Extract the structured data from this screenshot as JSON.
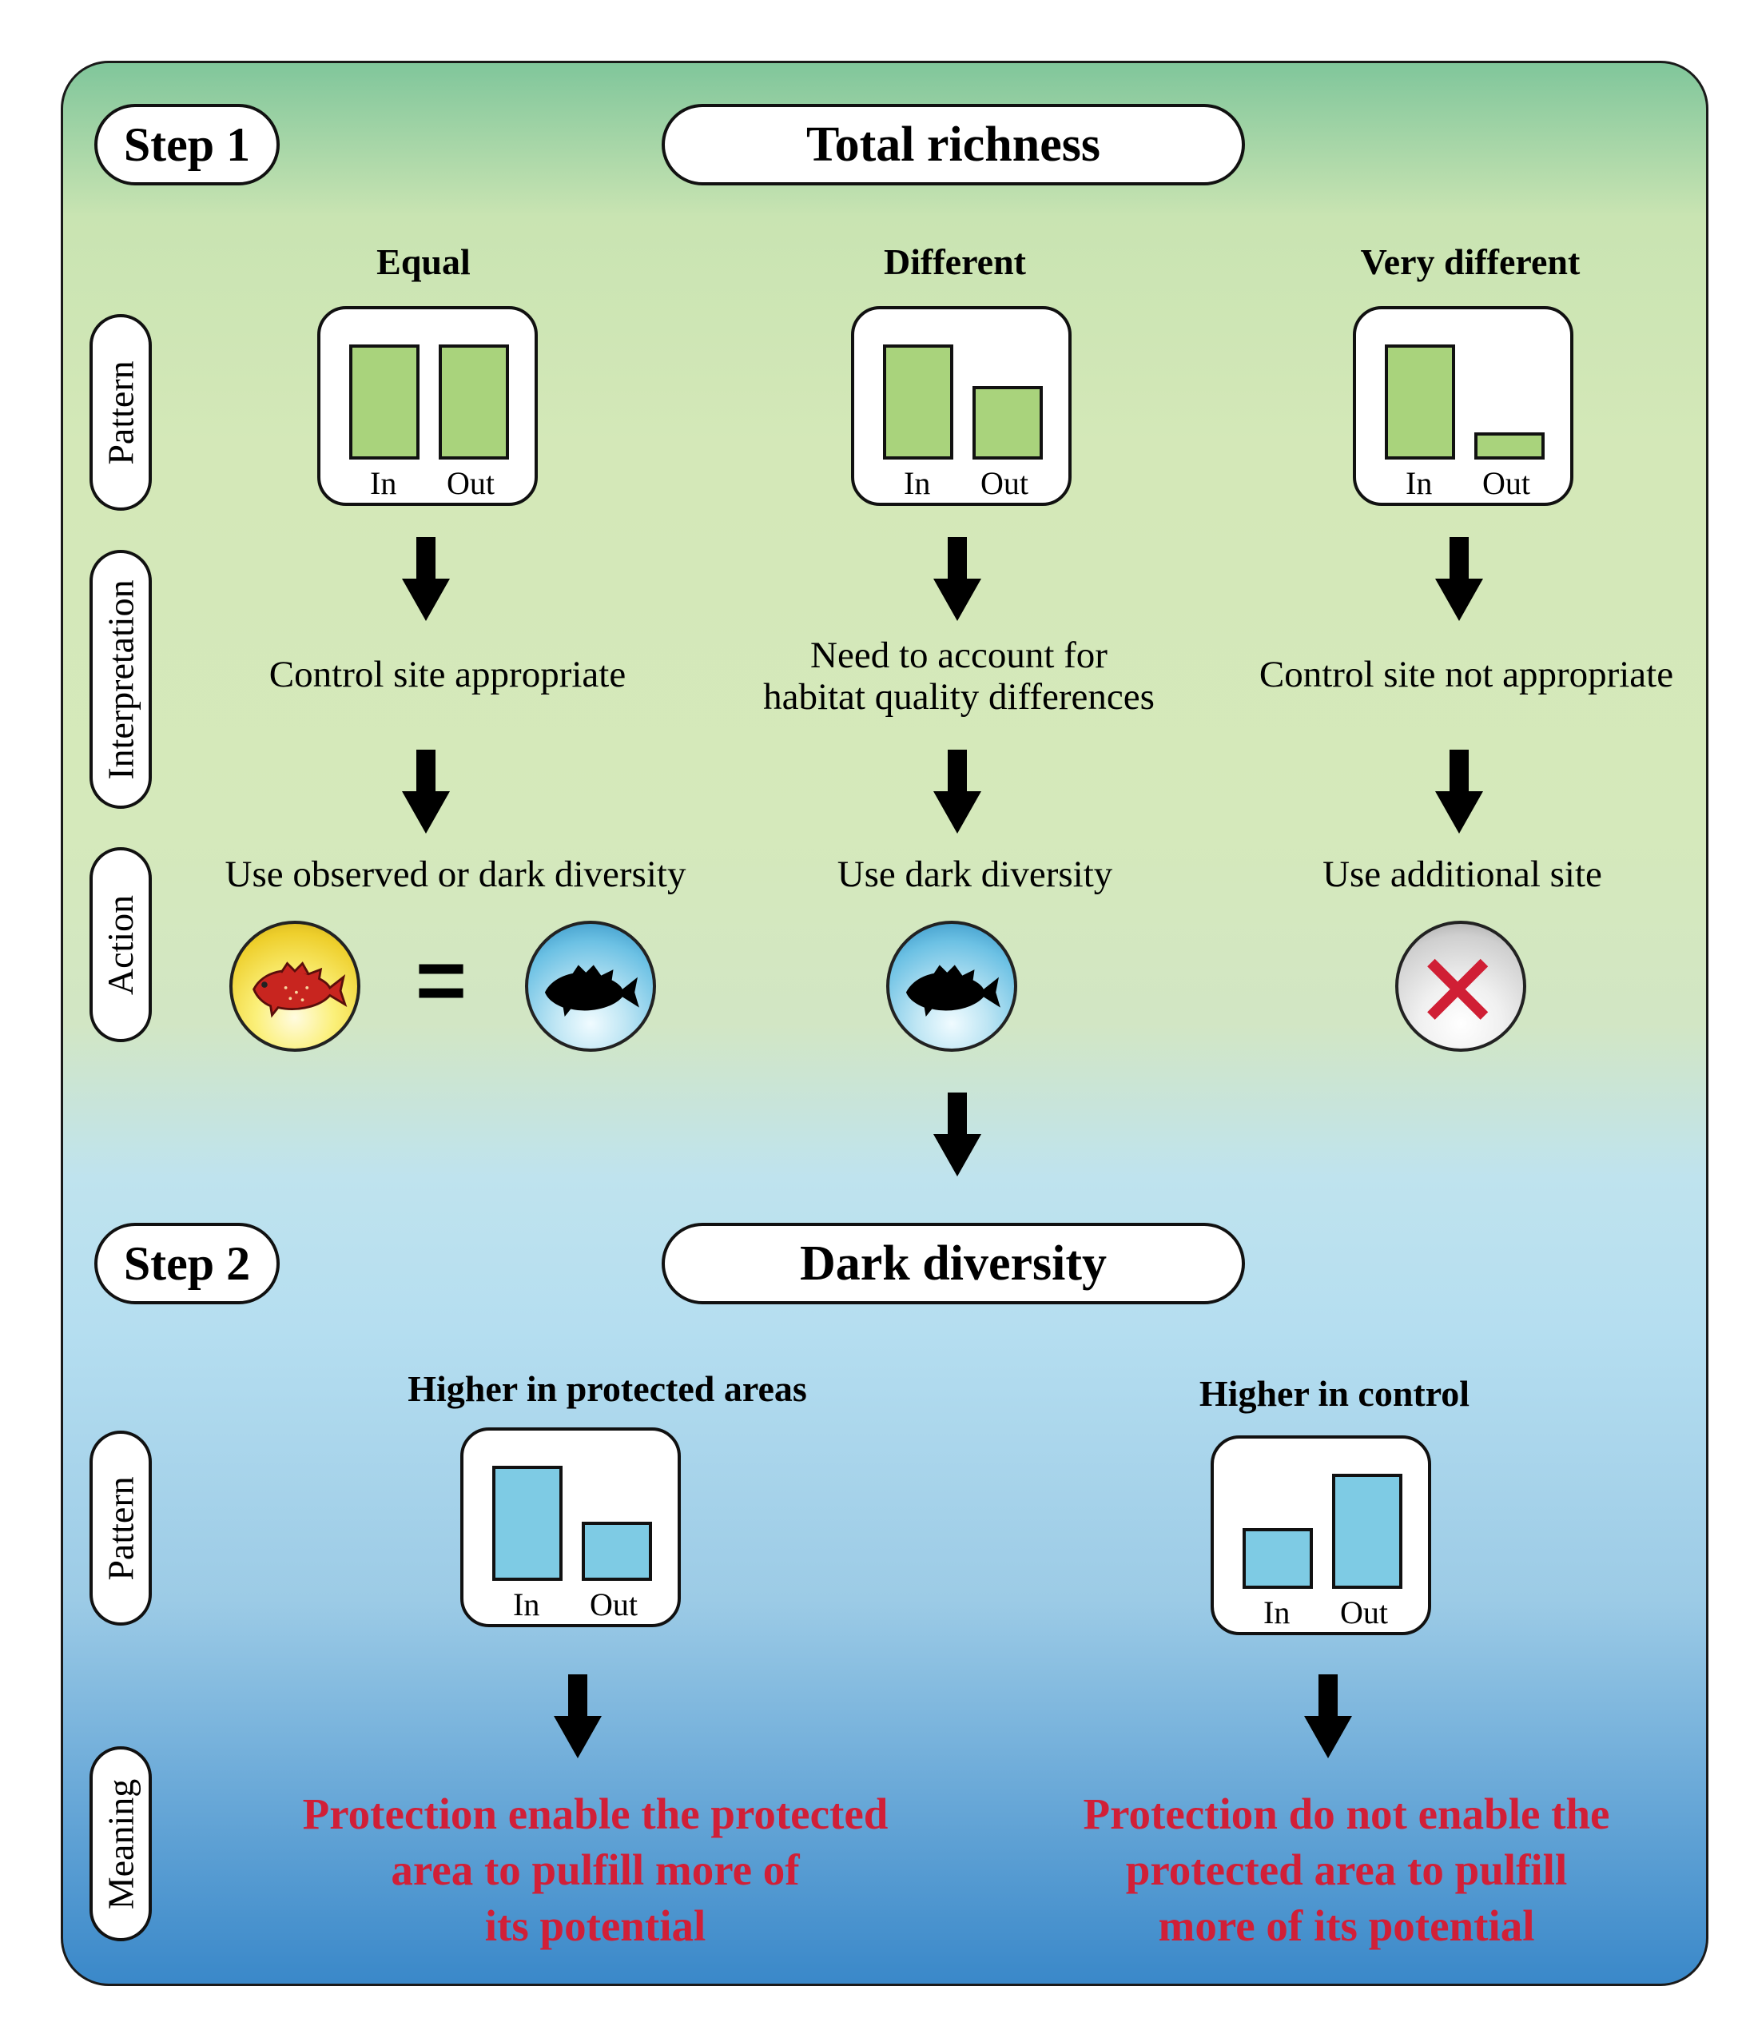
{
  "step1": {
    "label": "Step 1",
    "title": "Total richness",
    "side_labels": {
      "pattern": "Pattern",
      "interpretation": "Interpretation",
      "action": "Action"
    },
    "columns": [
      {
        "heading": "Equal",
        "bars": {
          "in": 1.0,
          "out": 1.0
        },
        "in_label": "In",
        "out_label": "Out",
        "interpretation": "Control site appropriate",
        "action": "Use observed or dark diversity",
        "icon": "fish-red-equals-fish-black"
      },
      {
        "heading": "Different",
        "bars": {
          "in": 1.0,
          "out": 0.64
        },
        "in_label": "In",
        "out_label": "Out",
        "interpretation_line1": "Need to account for",
        "interpretation_line2": "habitat quality differences",
        "action": "Use dark diversity",
        "icon": "fish-black"
      },
      {
        "heading": "Very different",
        "bars": {
          "in": 1.0,
          "out": 0.24
        },
        "in_label": "In",
        "out_label": "Out",
        "interpretation": "Control site not appropriate",
        "action": "Use additional site",
        "icon": "red-x"
      }
    ],
    "equals": "="
  },
  "step2": {
    "label": "Step 2",
    "title": "Dark diversity",
    "side_labels": {
      "pattern": "Pattern",
      "meaning": "Meaning"
    },
    "columns": [
      {
        "heading": "Higher in protected areas",
        "bars": {
          "in": 1.0,
          "out": 0.52
        },
        "in_label": "In",
        "out_label": "Out",
        "meaning_line1": "Protection enable the protected",
        "meaning_line2": "area to pulfill more of",
        "meaning_line3": "its potential"
      },
      {
        "heading": "Higher in control",
        "bars": {
          "in": 0.5,
          "out": 1.0
        },
        "in_label": "In",
        "out_label": "Out",
        "meaning_line1": "Protection do not enable the",
        "meaning_line2": "protected area to pulfill",
        "meaning_line3": "more of its potential"
      }
    ]
  },
  "colors": {
    "step1_bar": "#a9d37c",
    "step2_bar": "#7ecbe4",
    "meaning_text": "#d11f37"
  }
}
